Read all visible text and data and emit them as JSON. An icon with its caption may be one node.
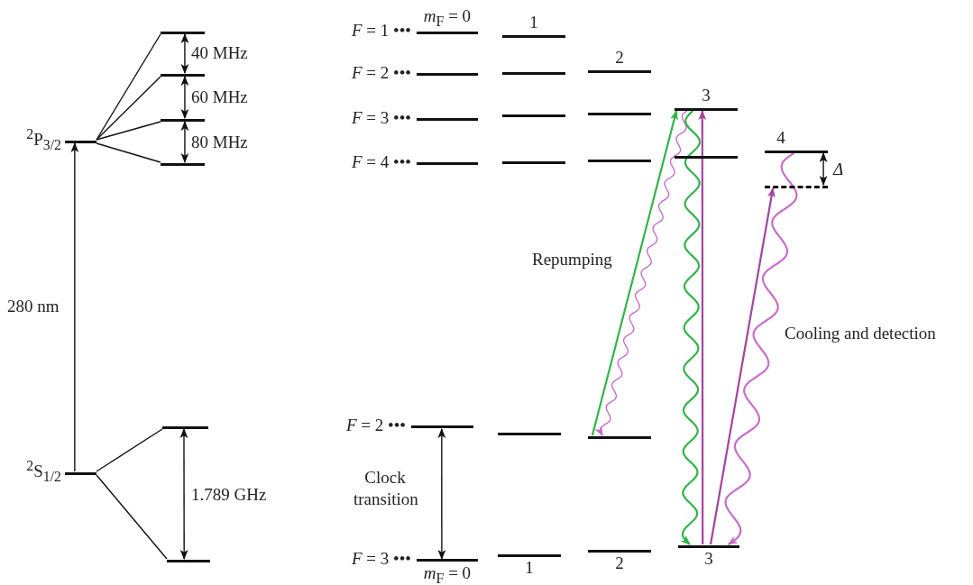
{
  "diagram": {
    "nodes": [
      {
        "text": [],
        "shape": "bar",
        "beside": [
          "$^{2}$P$_{3/2}$"
        ]
      },
      {
        "text": [],
        "shape": "bar"
      },
      {
        "text": [],
        "shape": "bar"
      },
      {
        "text": [],
        "shape": "bar"
      },
      {
        "text": [],
        "shape": "bar"
      },
      {
        "text": [],
        "shape": "bar",
        "beside": [
          "$^{2}$S$_{1/2}$"
        ]
      },
      {
        "text": [],
        "shape": "bar"
      },
      {
        "text": [],
        "shape": "bar"
      },
      {
        "text": [],
        "shape": "bar",
        "beside": [
          "*F* = 1 •••",
          "*m*$_{F}$ = 0"
        ]
      },
      {
        "text": [],
        "shape": "bar",
        "beside": [
          "1"
        ]
      },
      {
        "text": [],
        "shape": "bar",
        "beside": [
          "*F* = 2 •••"
        ]
      },
      {
        "text": [],
        "shape": "bar"
      },
      {
        "text": [],
        "shape": "bar",
        "beside": [
          "2"
        ]
      },
      {
        "text": [],
        "shape": "bar",
        "beside": [
          "*F* = 3 •••"
        ]
      },
      {
        "text": [],
        "shape": "bar"
      },
      {
        "text": [],
        "shape": "bar"
      },
      {
        "text": [],
        "shape": "bar",
        "beside": [
          "3"
        ]
      },
      {
        "text": [],
        "shape": "bar",
        "beside": [
          "*F* = 4 •••"
        ]
      },
      {
        "text": [],
        "shape": "bar"
      },
      {
        "text": [],
        "shape": "bar"
      },
      {
        "text": [],
        "shape": "bar"
      },
      {
        "text": [],
        "shape": "bar",
        "beside": [
          "4"
        ]
      },
      {
        "text": [],
        "shape": "bar"
      },
      {
        "text": [],
        "shape": "bar",
        "beside": [
          "*F* = 2 •••"
        ]
      },
      {
        "text": [],
        "shape": "bar"
      },
      {
        "text": [],
        "shape": "bar"
      },
      {
        "text": [],
        "shape": "bar",
        "beside": [
          "*F* = 3 •••",
          "*m*$_{F}$ = 0"
        ]
      },
      {
        "text": [],
        "shape": "bar",
        "beside": [
          "1"
        ]
      },
      {
        "text": [],
        "shape": "bar",
        "beside": [
          "2"
        ]
      },
      {
        "text": [],
        "shape": "bar",
        "beside": [
          "3"
        ]
      }
    ],
    "edges": [
      {
        "from": 5,
        "to": 0,
        "arrow": "to",
        "label": "280 nm"
      },
      {
        "from": 0,
        "to": 1,
        "arrow": "none"
      },
      {
        "from": 0,
        "to": 2,
        "arrow": "none"
      },
      {
        "from": 0,
        "to": 3,
        "arrow": "none"
      },
      {
        "from": 0,
        "to": 4,
        "arrow": "none"
      },
      {
        "from": 5,
        "to": 6,
        "arrow": "none"
      },
      {
        "from": 5,
        "to": 7,
        "arrow": "none"
      },
      {
        "from": 26,
        "to": 23,
        "arrow": "both",
        "label": "Clock transition"
      },
      {
        "from": 25,
        "to": 16,
        "arrow": "to",
        "color": "#33b34a",
        "label": "Repumping"
      },
      {
        "from": 16,
        "to": 25,
        "arrow": "to",
        "color": "#c86ec8"
      },
      {
        "from": 16,
        "to": 29,
        "arrow": "to",
        "color": "#33b34a"
      },
      {
        "from": 29,
        "to": 16,
        "arrow": "to",
        "color": "#a3459f"
      },
      {
        "from": 29,
        "to": 22,
        "arrow": "to",
        "color": "#a3459f",
        "label": "Cooling and detection"
      },
      {
        "from": 21,
        "to": 29,
        "arrow": "to",
        "color": "#c86ec8"
      },
      {
        "from": 1,
        "to": 2,
        "arrow": "both",
        "label": "40 MHz"
      },
      {
        "from": 2,
        "to": 3,
        "arrow": "both",
        "label": "60 MHz"
      },
      {
        "from": 3,
        "to": 4,
        "arrow": "both",
        "label": "80 MHz"
      },
      {
        "from": 6,
        "to": 7,
        "arrow": "both",
        "label": "1.789 GHz"
      },
      {
        "from": 21,
        "to": 22,
        "arrow": "both",
        "label": "Δ"
      }
    ]
  }
}
